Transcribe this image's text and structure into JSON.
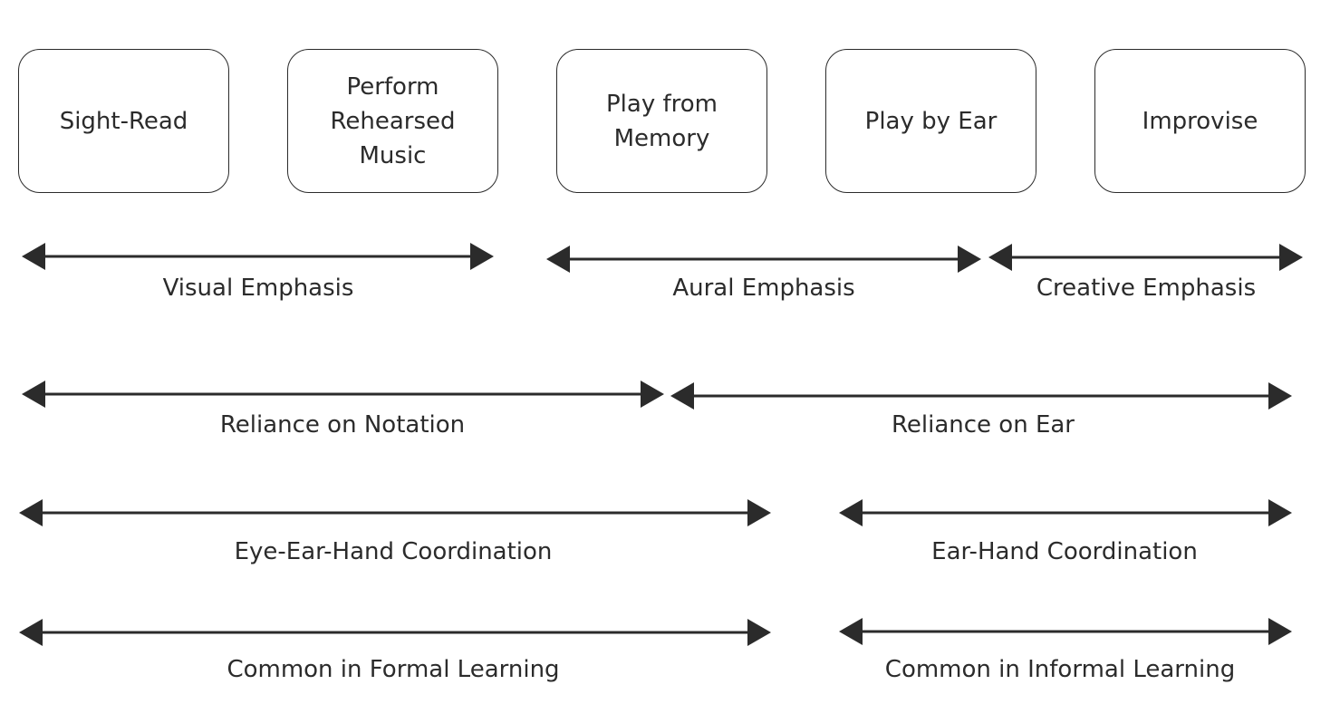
{
  "boxes": [
    {
      "id": "sight-read",
      "label": "Sight-Read"
    },
    {
      "id": "perform-rehearsed",
      "label": "Perform\nRehearsed\nMusic"
    },
    {
      "id": "play-from-memory",
      "label": "Play from\nMemory"
    },
    {
      "id": "play-by-ear",
      "label": "Play by Ear"
    },
    {
      "id": "improvise",
      "label": "Improvise"
    }
  ],
  "rows": [
    {
      "left": "Visual Emphasis",
      "middle": "Aural Emphasis",
      "right": "Creative Emphasis"
    },
    {
      "left": "Reliance on Notation",
      "right": "Reliance on Ear"
    },
    {
      "left": "Eye-Ear-Hand Coordination",
      "right": "Ear-Hand Coordination"
    },
    {
      "left": "Common in Formal Learning",
      "right": "Common in Informal Learning"
    }
  ],
  "colors": {
    "stroke": "#2b2b2b",
    "background": "#ffffff"
  }
}
